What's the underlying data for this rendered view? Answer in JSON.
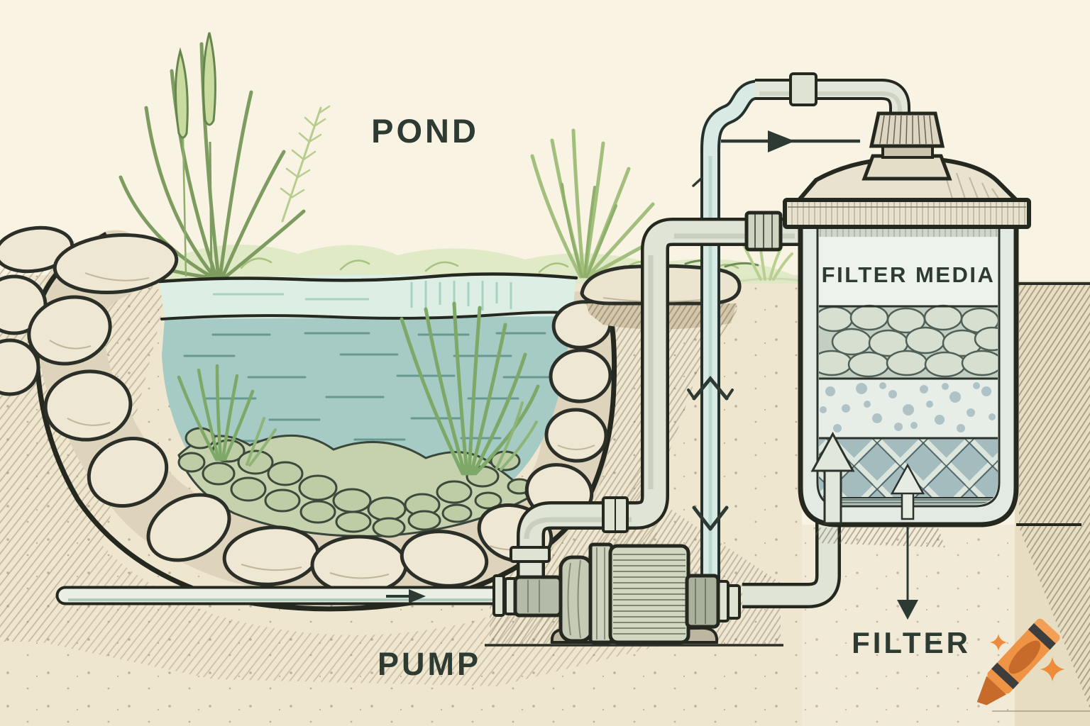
{
  "title": "Pond filtration system hand-drawn diagram",
  "labels": {
    "pond": "POND",
    "pump": "PUMP",
    "filter": "FILTER",
    "filter_media": "FILTER MEDIA"
  },
  "colors": {
    "background_cream": "#f8f3e2",
    "ink_outline": "#262b24",
    "label_text": "#2d3b33",
    "water_deep": "#a6cbc4",
    "water_surface": "#ddeee4",
    "stone_cream": "#eee7d3",
    "grass_green": "#a9c27e",
    "pipe_gray": "#e0e4d6",
    "pipe_blue": "#d9e9e4",
    "crayon_orange": "#ef9344"
  },
  "components": [
    {
      "name": "pond",
      "description": "stone-lined pond bowl with water, reeds, underwater grasses and pebble bed"
    },
    {
      "name": "pump",
      "description": "ribbed cylindrical pump on ground with tee fitting and intake line"
    },
    {
      "name": "filter-tank",
      "description": "canister filter with domed lid, top cap and ribbed flange"
    },
    {
      "name": "filter-media-layers",
      "layers": [
        "pebbles",
        "foam with holes",
        "diamond lattice grid",
        "bottom plate"
      ]
    },
    {
      "name": "pipes",
      "runs": [
        "pond intake line to pump",
        "pump riser to filter inlet",
        "filter bottom riser from pump outlet",
        "return line from filter cap down past pump"
      ]
    }
  ],
  "flow_arrows": [
    {
      "name": "intake-arrow",
      "direction": "right",
      "location": "bottom intake pipe"
    },
    {
      "name": "top-flow-arrow",
      "direction": "right",
      "location": "above filter lid"
    },
    {
      "name": "return-chevron",
      "direction": "up",
      "location": "blue return pipe middle"
    },
    {
      "name": "return-v-arrow",
      "direction": "down",
      "location": "blue return pipe lower"
    },
    {
      "name": "filter-up-arrow-large",
      "direction": "up",
      "location": "inside filter left"
    },
    {
      "name": "filter-up-arrow-small",
      "direction": "up",
      "location": "inside filter right"
    },
    {
      "name": "filter-label-arrow",
      "direction": "down",
      "location": "points to FILTER label"
    }
  ],
  "watermark": {
    "name": "crayon-logo",
    "color": "#ef9344",
    "sparkles": 2
  }
}
